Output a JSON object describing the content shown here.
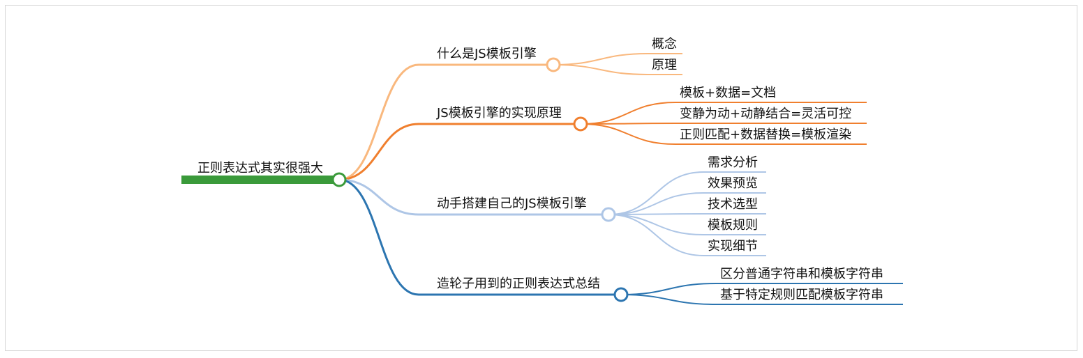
{
  "mindmap": {
    "root": {
      "label": "正则表达式其实很强大",
      "color": "#3a9a3a"
    },
    "branches": [
      {
        "label": "什么是JS模板引擎",
        "color": "#f9b87e",
        "children": [
          "概念",
          "原理"
        ]
      },
      {
        "label": "JS模板引擎的实现原理",
        "color": "#f07f2e",
        "children": [
          "模板+数据=文档",
          "变静为动+动静结合=灵活可控",
          "正则匹配+数据替换=模板渲染"
        ]
      },
      {
        "label": "动手搭建自己的JS模板引擎",
        "color": "#aec6e6",
        "children": [
          "需求分析",
          "效果预览",
          "技术选型",
          "模板规则",
          "实现细节"
        ]
      },
      {
        "label": "造轮子用到的正则表达式总结",
        "color": "#2c75b0",
        "children": [
          "区分普通字符串和模板字符串",
          "基于特定规则匹配模板字符串"
        ]
      }
    ]
  }
}
